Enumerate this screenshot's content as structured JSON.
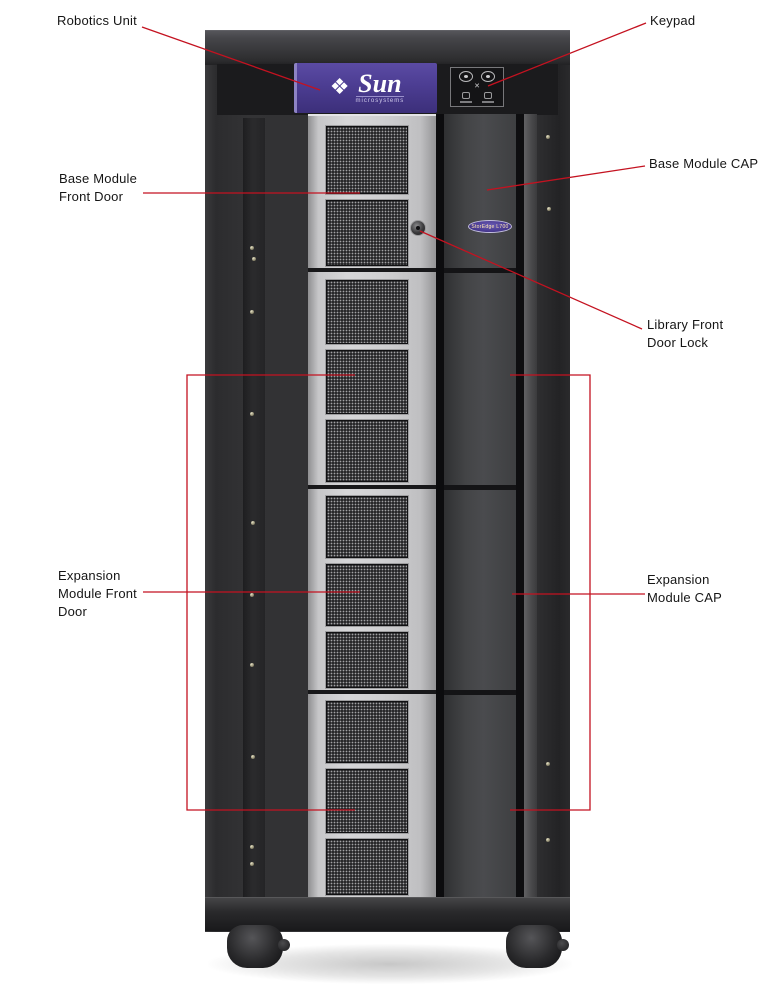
{
  "figure": {
    "subject": "Tape library cabinet front view with callouts"
  },
  "colors": {
    "callout_red": "#c41220",
    "sun_purple": "#4c3d92",
    "cabinet_dark": "#2f2f31",
    "door_silver": "#cfcfd1",
    "background": "#ffffff"
  },
  "branding": {
    "logo_glyph": "❖",
    "logo_name": "Sun",
    "logo_subtext": "microsystems",
    "badge_text": "StorEdge L700"
  },
  "callouts": [
    {
      "id": "robotics-unit",
      "lines": [
        "Robotics Unit"
      ]
    },
    {
      "id": "keypad",
      "lines": [
        "Keypad"
      ]
    },
    {
      "id": "base-module-front-door",
      "lines": [
        "Base Module",
        "Front Door"
      ]
    },
    {
      "id": "base-module-cap",
      "lines": [
        "Base Module CAP"
      ]
    },
    {
      "id": "library-front-door-lock",
      "lines": [
        "Library Front",
        "Door Lock"
      ]
    },
    {
      "id": "expansion-module-front-door",
      "lines": [
        "Expansion",
        "Module Front",
        "Door"
      ]
    },
    {
      "id": "expansion-module-cap",
      "lines": [
        "Expansion",
        "Module CAP"
      ]
    }
  ]
}
